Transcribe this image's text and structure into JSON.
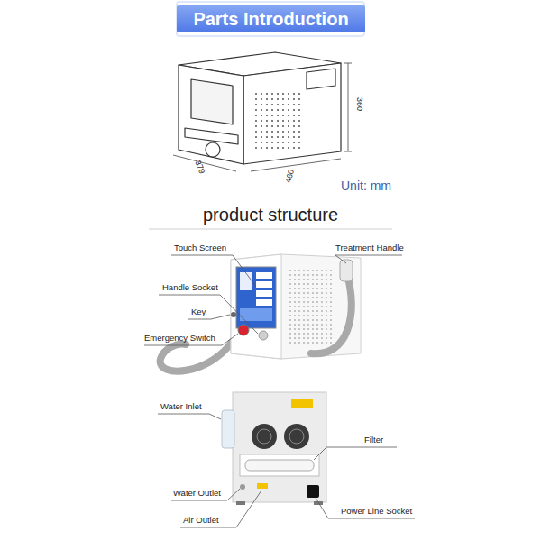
{
  "diagram": {
    "nodes": [
      {
        "text": [
          "Parts Introduction"
        ]
      }
    ],
    "labels": [
      "360",
      "379",
      "460",
      "Unit: mm",
      "product structure",
      "Touch Screen",
      "Treatment Handle",
      "Handle Socket",
      "Key",
      "Emergency Switch",
      "Water Inlet",
      "Filter",
      "Water Outlet",
      "Air Outlet",
      "Power Line Socket"
    ]
  }
}
